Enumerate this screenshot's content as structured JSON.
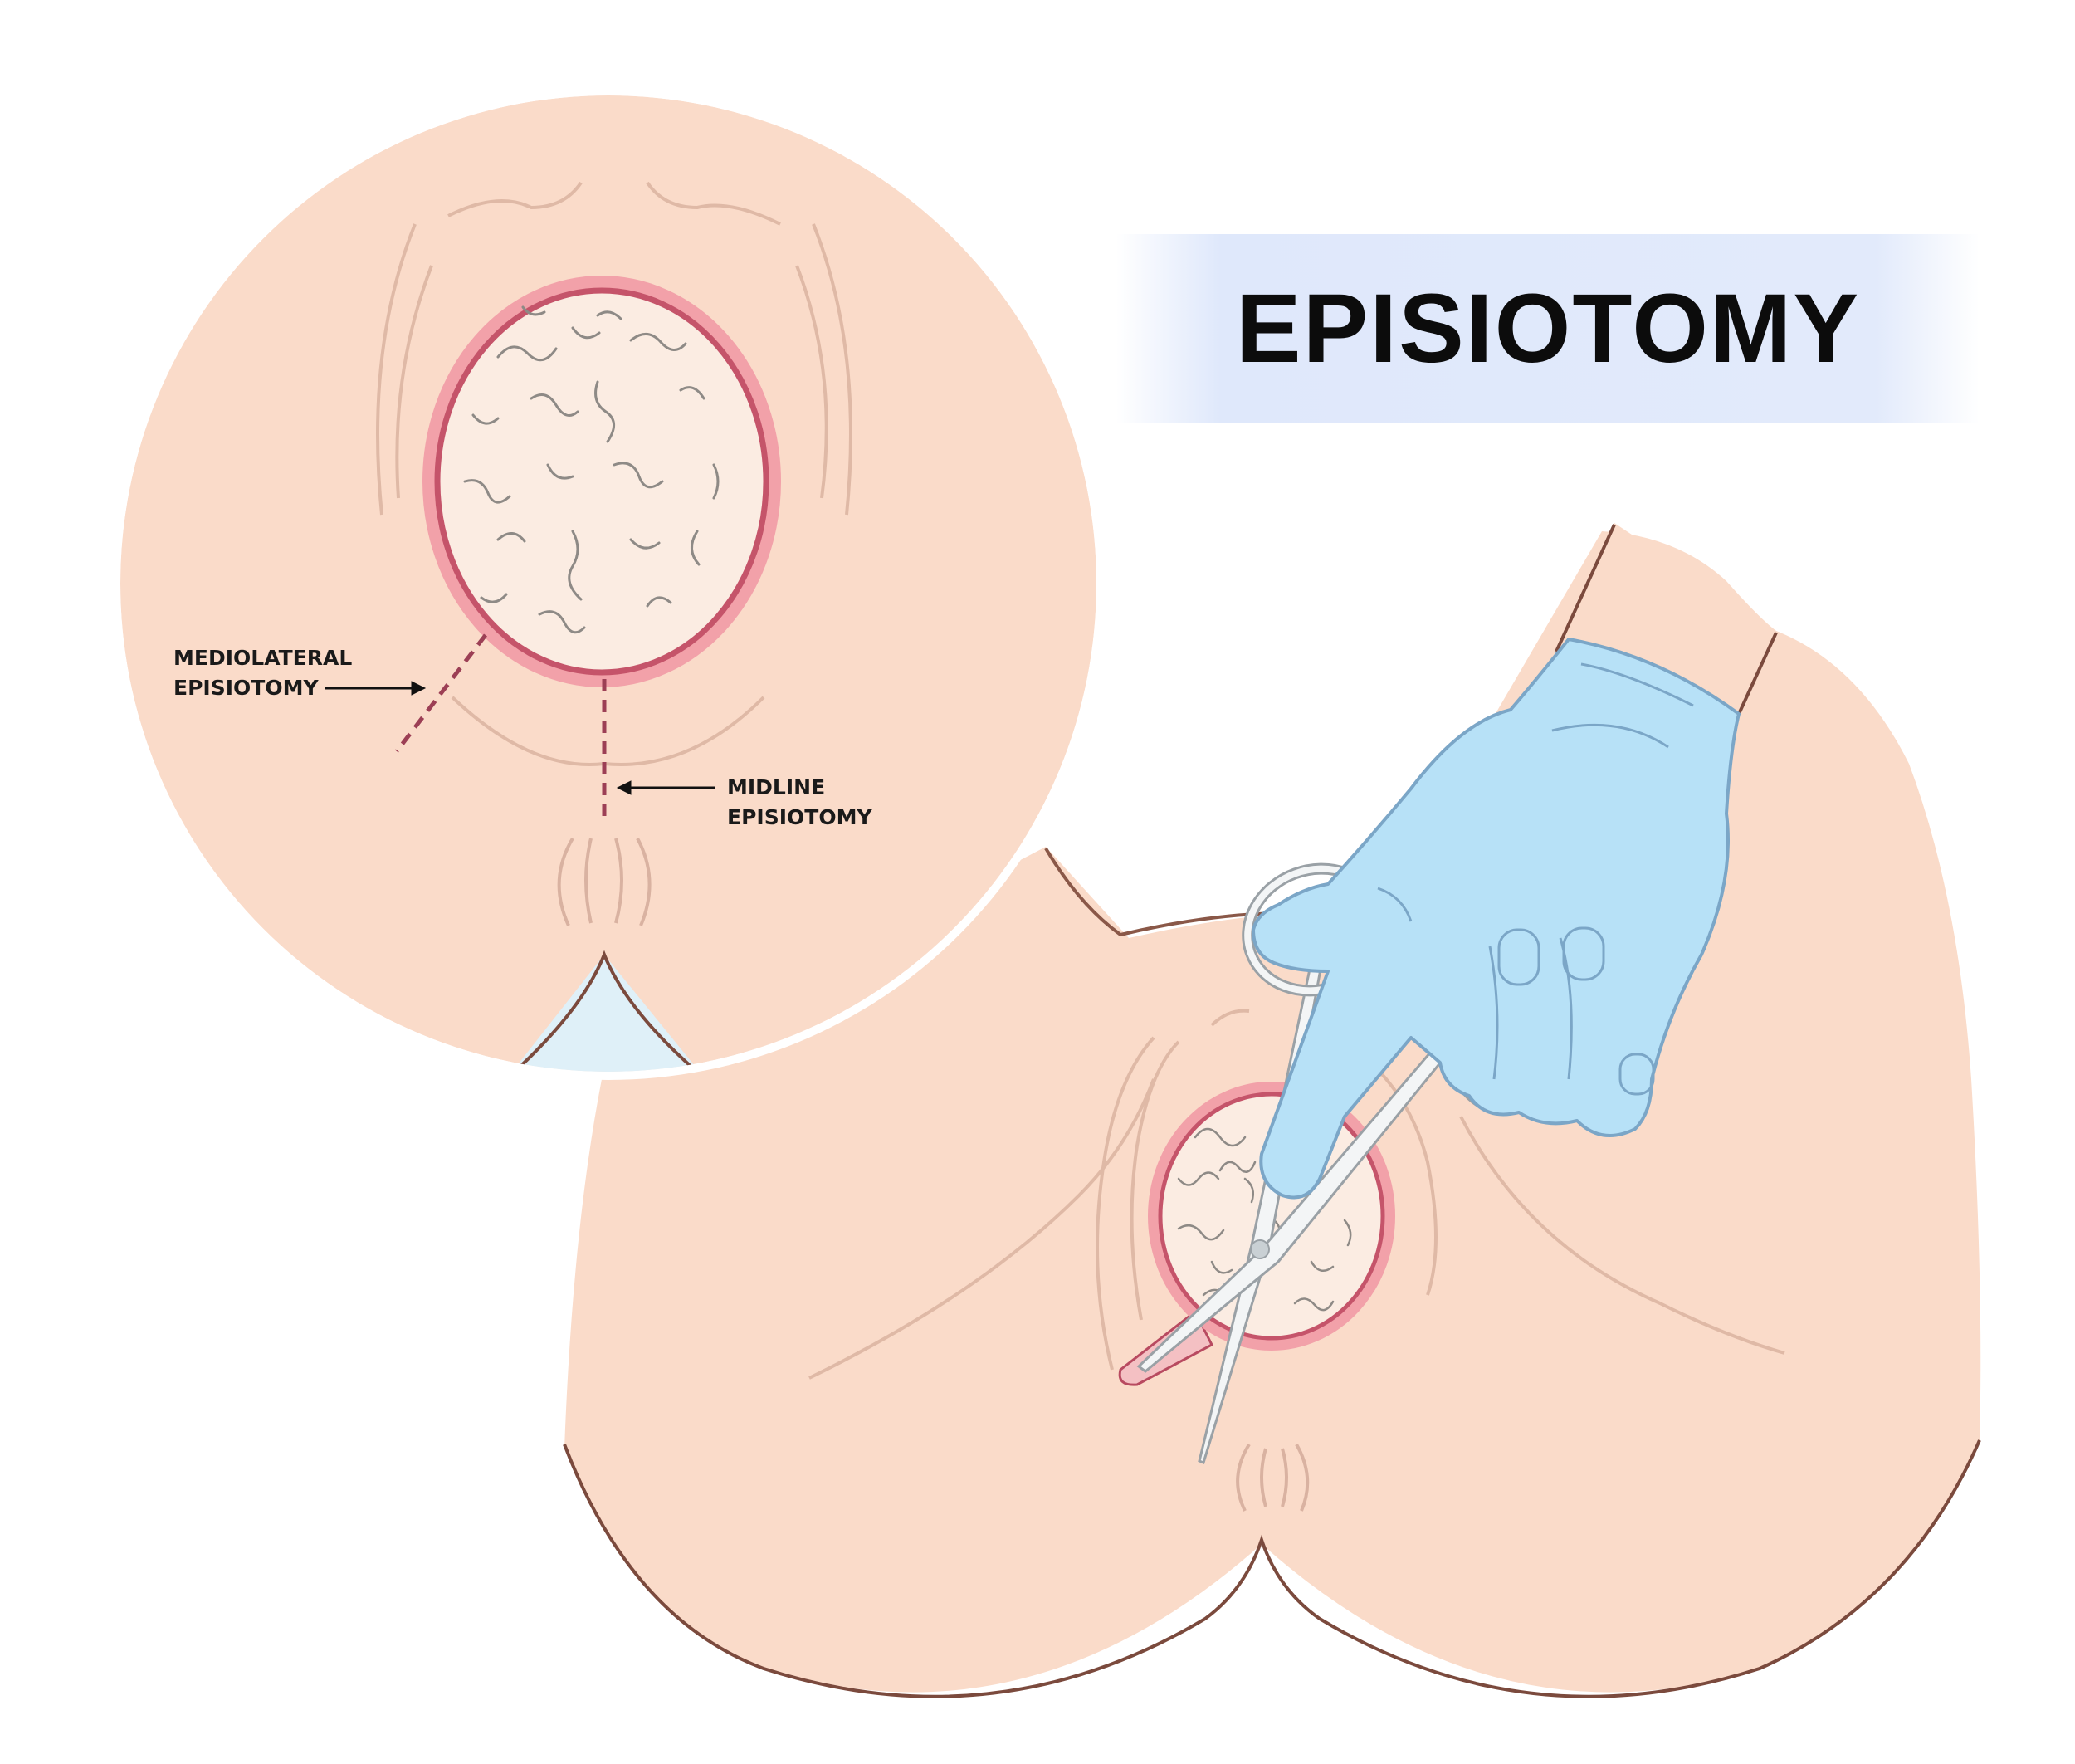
{
  "title": "EPISIOTOMY",
  "labels": {
    "mediolateral": {
      "line1": "MEDIOLATERAL",
      "line2": "EPISIOTOMY"
    },
    "midline": {
      "line1": "MIDLINE",
      "line2": "EPISIOTOMY"
    }
  },
  "colors": {
    "skin": "#fadbc9",
    "skin_outline": "#8a5848",
    "crease": "#dfb9a6",
    "baby_head": "#fbece2",
    "hair": "#8e8a86",
    "opening_rim": "#c5546a",
    "opening_glow": "#f2a1a9",
    "incision": "#9c3f55",
    "glove": "#b7e1f7",
    "glove_outline": "#7ba6c7",
    "scissors": "#f3f5f6",
    "scissors_outline": "#9aa1a6",
    "banner": "#e1e9fb",
    "lens_edge": "#ffffff"
  }
}
